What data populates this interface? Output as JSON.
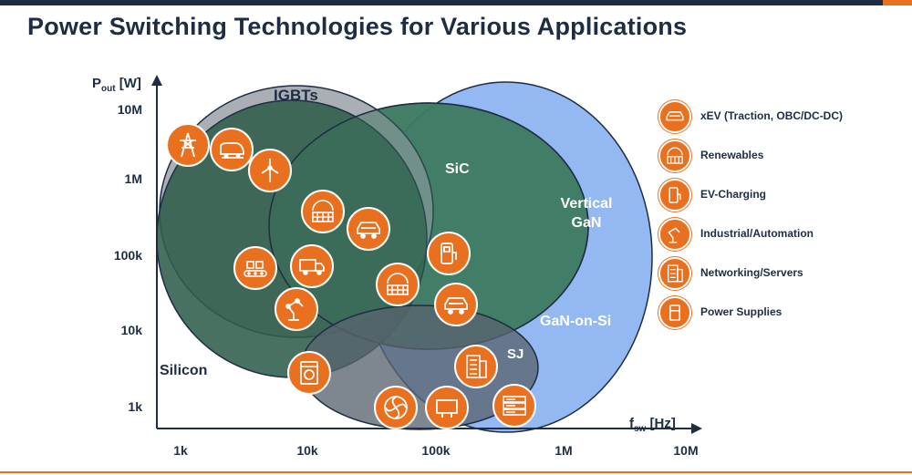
{
  "title": "Power Switching Technologies for Various Applications",
  "axes": {
    "y_label_main": "P",
    "y_label_sub": "out",
    "y_label_unit": " [W]",
    "x_label_main": "f",
    "x_label_sub": "sw",
    "x_label_unit": " [Hz]",
    "y_ticks": [
      "10M",
      "1M",
      "100k",
      "10k",
      "1k"
    ],
    "x_ticks": [
      "1k",
      "10k",
      "100k",
      "1M",
      "10M"
    ]
  },
  "regions": {
    "igbts": "IGBTs",
    "sic": "SiC",
    "vertical_gan_line1": "Vertical",
    "vertical_gan_line2": "GaN",
    "gan_on_si": "GaN-on-Si",
    "sj": "SJ",
    "silicon": "Silicon"
  },
  "legend": [
    {
      "label": "xEV (Traction, OBC/DC-DC)",
      "icon": "car-icon"
    },
    {
      "label": "Renewables",
      "icon": "solar-panel-icon"
    },
    {
      "label": "EV-Charging",
      "icon": "charging-station-icon"
    },
    {
      "label": "Industrial/Automation",
      "icon": "robot-arm-icon"
    },
    {
      "label": "Networking/Servers",
      "icon": "server-icon"
    },
    {
      "label": "Power Supplies",
      "icon": "power-supply-icon"
    }
  ],
  "colors": {
    "navy": "#1e2d44",
    "accent_orange": "#e8701f",
    "silicon_fill": "#2f5d4b",
    "igbt_fill": "#9aa1a8",
    "sic_fill": "#3f7a62",
    "gan_fill": "#94b8f2",
    "sj_fill": "#5a6470"
  }
}
